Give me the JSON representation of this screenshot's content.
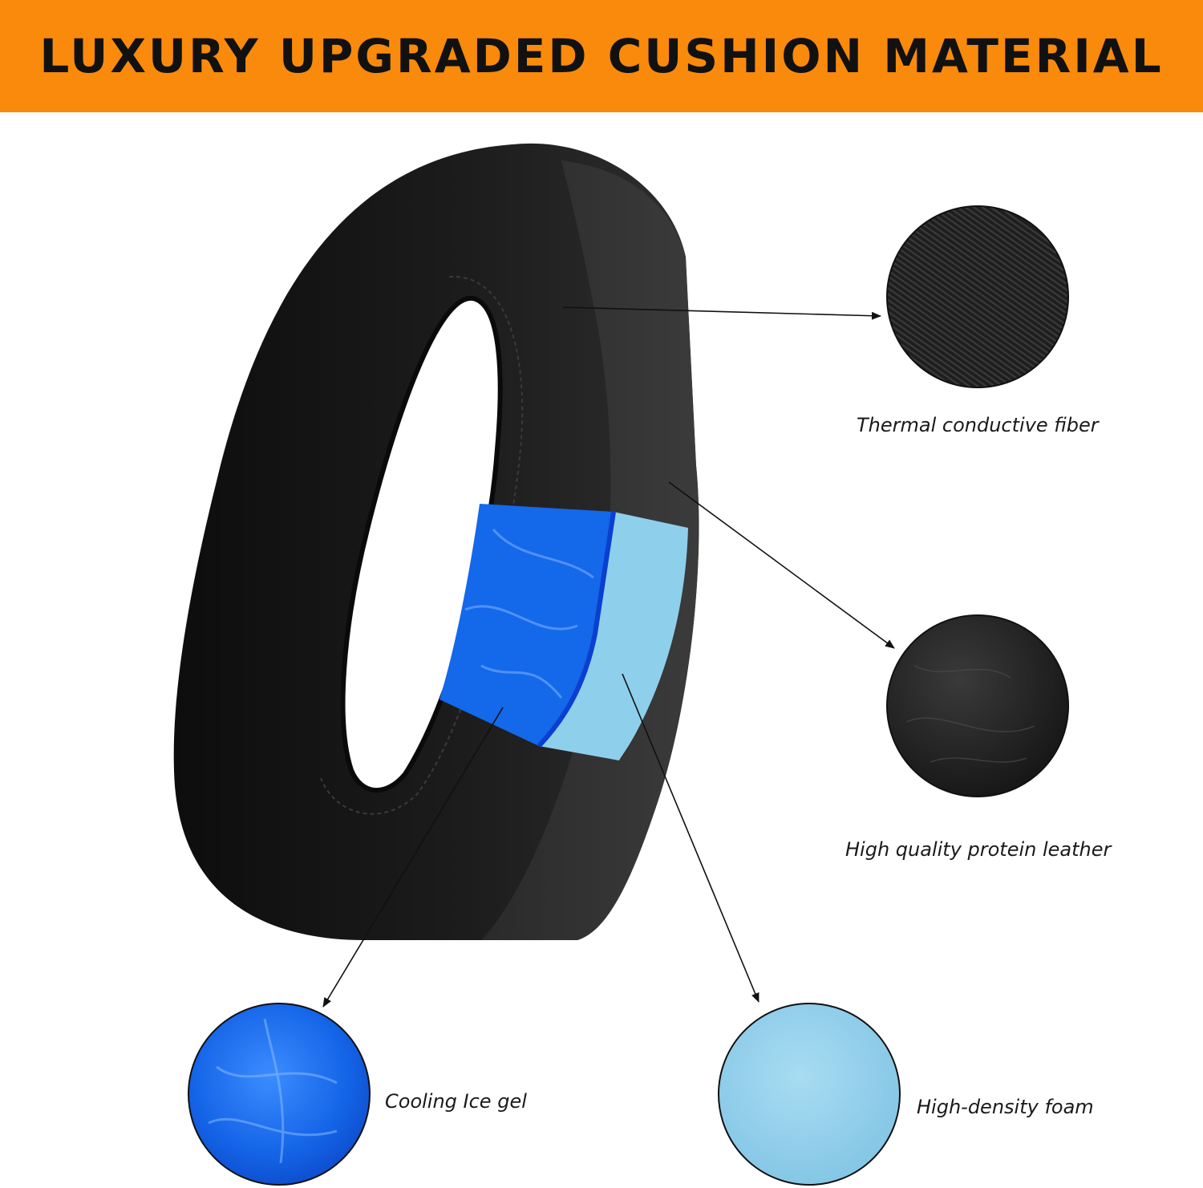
{
  "banner": {
    "title": "LUXURY UPGRADED CUSHION MATERIAL",
    "color": "#F98A0C"
  },
  "materials": [
    {
      "label": "Thermal conductive fiber",
      "swatch_color": "#2a2a2a"
    },
    {
      "label": "High quality protein leather",
      "swatch_color": "#262626"
    },
    {
      "label": "Cooling Ice gel",
      "swatch_color": "#1565E8"
    },
    {
      "label": "High-density foam",
      "swatch_color": "#8ECFEC"
    }
  ]
}
